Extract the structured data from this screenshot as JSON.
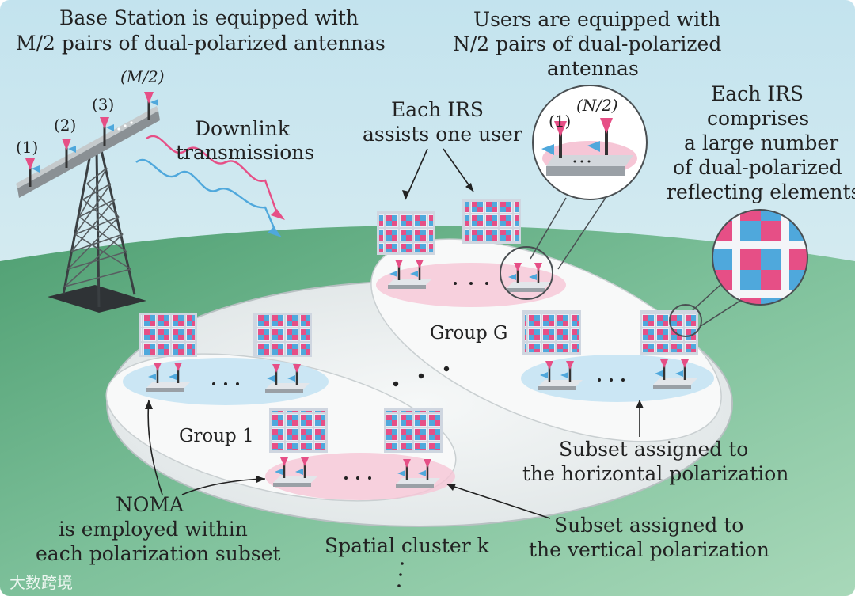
{
  "base_station": {
    "line1": "Base Station is equipped with",
    "line2": "M/2 pairs of  dual-polarized antennas",
    "antenna_labels": [
      "(1)",
      "(2)",
      "(3)",
      "(M/2)"
    ]
  },
  "downlink": {
    "line1": "Downlink",
    "line2": "transmissions"
  },
  "users": {
    "line1": "Users are equipped with",
    "line2": "N/2 pairs of dual-polarized",
    "line3": "antennas",
    "zoom_labels": [
      "(1)",
      "(N/2)"
    ]
  },
  "irs_assist": {
    "line1": "Each IRS",
    "line2": "assists one user"
  },
  "irs_elements": {
    "line1": "Each IRS",
    "line2": "comprises",
    "line3": "a large number",
    "line4": "of dual-polarized",
    "line5": "reflecting elements"
  },
  "groups": {
    "group_g": "Group G",
    "group_1": "Group 1"
  },
  "subsets": {
    "horizontal_line1": "Subset assigned to",
    "horizontal_line2": "the horizontal polarization",
    "vertical_line1": "Subset assigned to",
    "vertical_line2": "the vertical polarization"
  },
  "noma": {
    "line1": "NOMA",
    "line2": "is employed within",
    "line3": "each polarization subset"
  },
  "cluster": "Spatial cluster k",
  "watermark": "大数跨境",
  "colors": {
    "sky": "#a9d6e4",
    "ground": "#6fb58e",
    "cluster_ellipse": "#eef1f2",
    "vertical_pol": "#f6c6d6",
    "horizontal_pol": "#c3e3f3",
    "irs_pink": "#e64f86",
    "irs_blue": "#4fa8dc",
    "irs_frame": "#d7dde8"
  }
}
